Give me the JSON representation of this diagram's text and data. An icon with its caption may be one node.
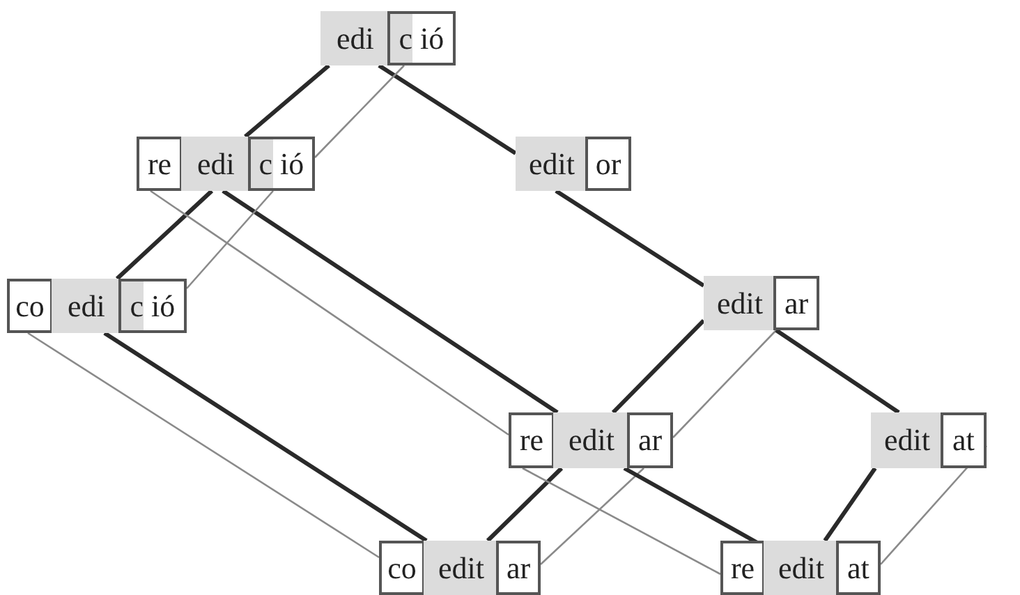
{
  "diagram": {
    "nodes": [
      {
        "text": [
          "edi"
        ]
      },
      {
        "text": [
          "c ió"
        ]
      },
      {
        "text": [
          "re"
        ]
      },
      {
        "text": [
          "edi"
        ]
      },
      {
        "text": [
          "c ió"
        ]
      },
      {
        "text": [
          "edit"
        ]
      },
      {
        "text": [
          "or"
        ]
      },
      {
        "text": [
          "co"
        ]
      },
      {
        "text": [
          "edi"
        ]
      },
      {
        "text": [
          "c ió"
        ]
      },
      {
        "text": [
          "edit"
        ]
      },
      {
        "text": [
          "ar"
        ]
      },
      {
        "text": [
          "re"
        ]
      },
      {
        "text": [
          "edit"
        ]
      },
      {
        "text": [
          "ar"
        ]
      },
      {
        "text": [
          "edit"
        ]
      },
      {
        "text": [
          "at"
        ]
      },
      {
        "text": [
          "co"
        ]
      },
      {
        "text": [
          "edit"
        ]
      },
      {
        "text": [
          "ar"
        ]
      },
      {
        "text": [
          "re"
        ]
      },
      {
        "text": [
          "edit"
        ]
      },
      {
        "text": [
          "at"
        ]
      }
    ],
    "edges": [
      {
        "from": 0,
        "to": 3,
        "arrow": "none"
      },
      {
        "from": 0,
        "to": 5,
        "arrow": "none"
      },
      {
        "from": 1,
        "to": 4,
        "arrow": "none",
        "color": "#8a8a8a"
      },
      {
        "from": 3,
        "to": 8,
        "arrow": "none"
      },
      {
        "from": 3,
        "to": 13,
        "arrow": "none"
      },
      {
        "from": 2,
        "to": 12,
        "arrow": "none",
        "color": "#8a8a8a"
      },
      {
        "from": 4,
        "to": 9,
        "arrow": "none",
        "color": "#8a8a8a"
      },
      {
        "from": 5,
        "to": 10,
        "arrow": "none"
      },
      {
        "from": 10,
        "to": 13,
        "arrow": "none"
      },
      {
        "from": 11,
        "to": 14,
        "arrow": "none",
        "color": "#8a8a8a"
      },
      {
        "from": 10,
        "to": 15,
        "arrow": "none"
      },
      {
        "from": 7,
        "to": 17,
        "arrow": "none",
        "color": "#8a8a8a"
      },
      {
        "from": 8,
        "to": 18,
        "arrow": "none"
      },
      {
        "from": 13,
        "to": 18,
        "arrow": "none"
      },
      {
        "from": 19,
        "to": 14,
        "arrow": "none",
        "color": "#8a8a8a"
      },
      {
        "from": 12,
        "to": 20,
        "arrow": "none",
        "color": "#8a8a8a"
      },
      {
        "from": 13,
        "to": 21,
        "arrow": "none"
      },
      {
        "from": 15,
        "to": 21,
        "arrow": "none"
      },
      {
        "from": 16,
        "to": 22,
        "arrow": "none",
        "color": "#8a8a8a"
      }
    ]
  }
}
